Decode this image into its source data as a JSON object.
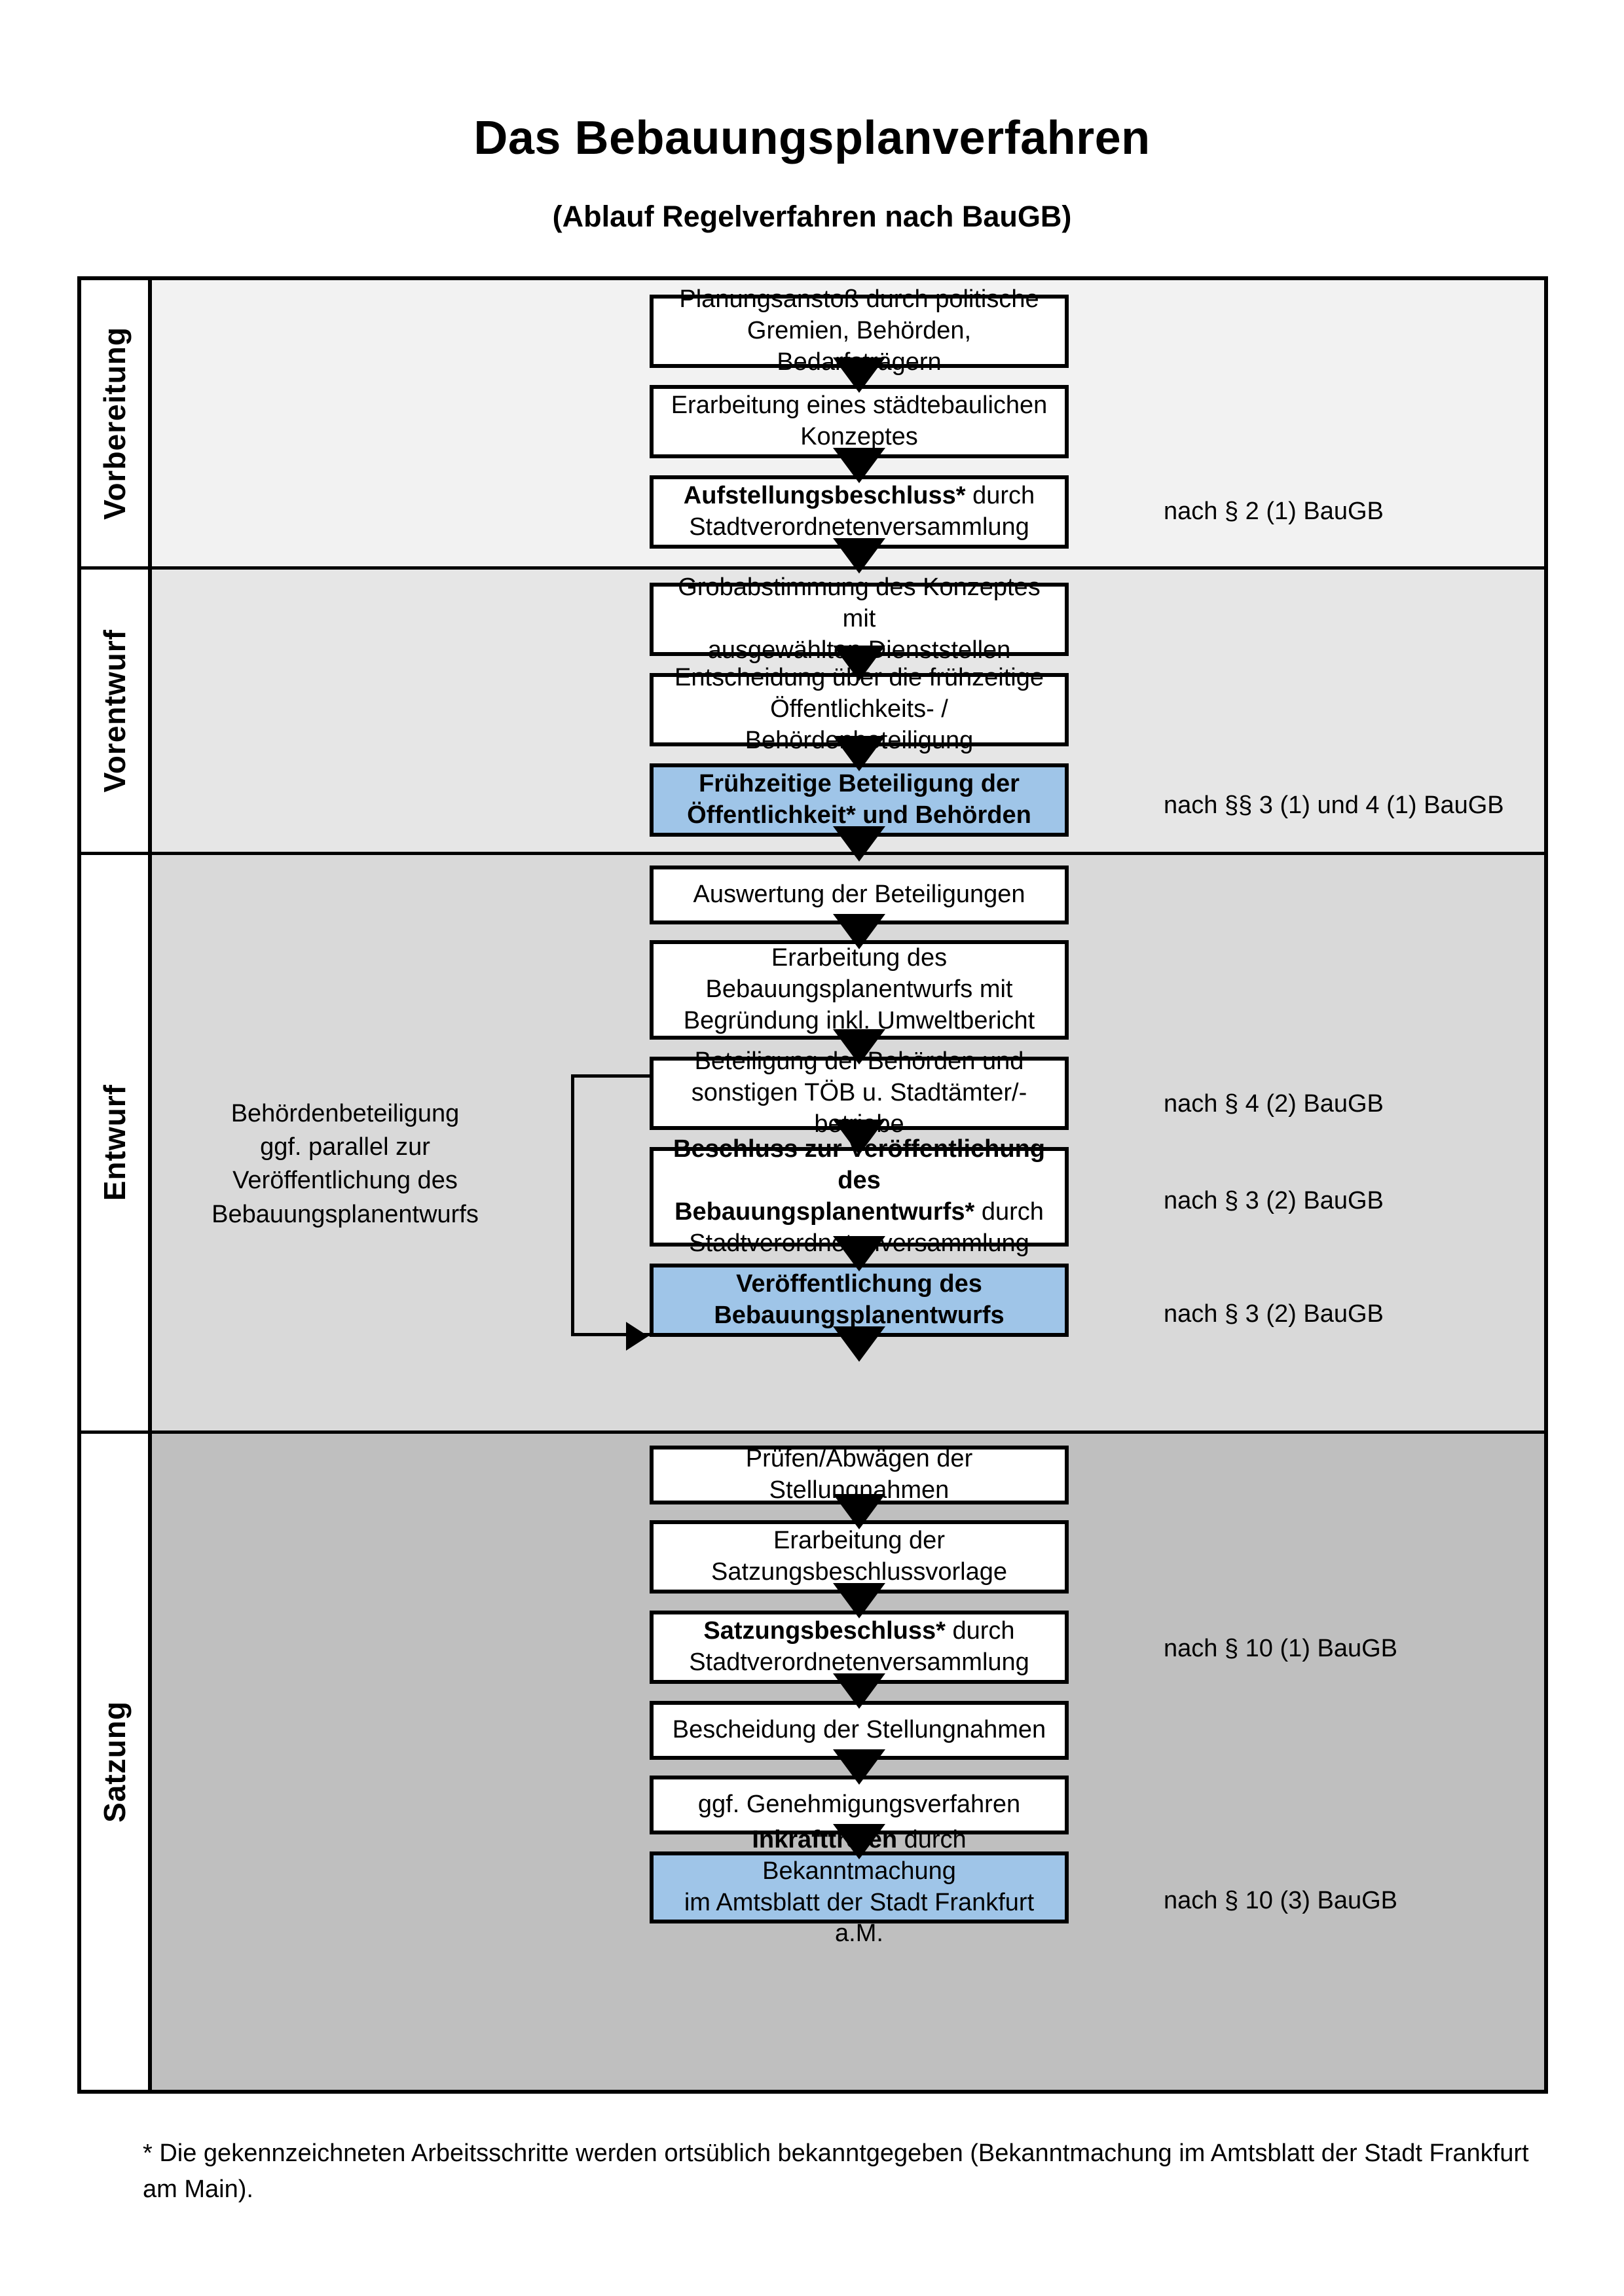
{
  "header": {
    "title": "Das Bebauungsplanverfahren",
    "subtitle": "(Ablauf Regelverfahren nach BauGB)"
  },
  "colors": {
    "highlight_blue": "#9fc5e8",
    "band_vorbereitung": "#f2f2f2",
    "band_vorentwurf": "#e6e6e6",
    "band_entwurf": "#d9d9d9",
    "band_satzung": "#bfbfbf",
    "line_black": "#000000"
  },
  "phases": [
    {
      "label": "Vorbereitung",
      "steps": [
        {
          "text": "Planungsanstoß durch politische Gremien, Behörden, Bedarfsträgern",
          "bold_prefix": "",
          "highlight": false
        },
        {
          "text": "Erarbeitung eines städtebaulichen Konzeptes",
          "bold_prefix": "",
          "highlight": false
        },
        {
          "text": "Stadtverordnetenversammlung",
          "bold_prefix": "Aufstellungsbeschluss*",
          "mid": " durch",
          "highlight": false
        }
      ],
      "legal_refs": [
        {
          "text": "nach § 2 (1) BauGB"
        }
      ]
    },
    {
      "label": "Vorentwurf",
      "steps": [
        {
          "text": "Grobabstimmung des Konzeptes mit ausgewählten Dienststellen",
          "bold_prefix": "",
          "highlight": false
        },
        {
          "text": "Entscheidung über die frühzeitige Öffentlichkeits- / Behördenbeteiligung",
          "bold_prefix": "",
          "highlight": false
        },
        {
          "text": "Frühzeitige Beteiligung der Öffentlichkeit* und Behörden",
          "bold_prefix": "",
          "highlight": true
        }
      ],
      "legal_refs": [
        {
          "text": "nach §§ 3 (1) und 4 (1) BauGB"
        }
      ]
    },
    {
      "label": "Entwurf",
      "side_note": "Behördenbeteiligung ggf. parallel zur Veröffentlichung des Bebauungsplanentwurfs",
      "steps": [
        {
          "text": "Auswertung der Beteiligungen",
          "bold_prefix": "",
          "highlight": false
        },
        {
          "text": "Erarbeitung des Bebauungsplanentwurfs mit Begründung inkl. Umweltbericht",
          "bold_prefix": "",
          "highlight": false
        },
        {
          "text": "Beteiligung der Behörden und sonstigen TÖB u. Stadtämter/-betriebe",
          "bold_prefix": "",
          "highlight": false
        },
        {
          "text": "Stadtverordnetenversammlung",
          "bold_prefix": "Beschluss zur Veröffentlichung des Bebauungsplanentwurfs*",
          "mid": " durch",
          "highlight": false
        },
        {
          "text": "Veröffentlichung des Bebauungsplanentwurfs",
          "bold_prefix": "",
          "highlight": true
        }
      ],
      "legal_refs": [
        {
          "text": "nach § 4 (2) BauGB"
        },
        {
          "text": "nach § 3 (2) BauGB"
        },
        {
          "text": "nach § 3 (2) BauGB"
        }
      ]
    },
    {
      "label": "Satzung",
      "steps": [
        {
          "text": "Prüfen/Abwägen der Stellungnahmen",
          "bold_prefix": "",
          "highlight": false
        },
        {
          "text": "Erarbeitung der Satzungsbeschlussvorlage",
          "bold_prefix": "",
          "highlight": false
        },
        {
          "text": "Stadtverordnetenversammlung",
          "bold_prefix": "Satzungsbeschluss*",
          "mid": " durch",
          "highlight": false
        },
        {
          "text": "Bescheidung der Stellungnahmen",
          "bold_prefix": "",
          "highlight": false
        },
        {
          "text": "ggf. Genehmigungsverfahren",
          "bold_prefix": "",
          "highlight": false
        },
        {
          "text": "im Amtsblatt der Stadt Frankfurt a.M.",
          "bold_prefix": "Inkrafttreten",
          "mid": " durch Bekanntmachung",
          "highlight": true
        }
      ],
      "legal_refs": [
        {
          "text": "nach § 10 (1) BauGB"
        },
        {
          "text": "nach § 10 (3) BauGB"
        }
      ]
    }
  ],
  "steps_flat": {
    "p0s0_l1": "Planungsanstoß durch politische",
    "p0s0_l2": "Gremien, Behörden, Bedarfsträgern",
    "p0s1_l1": "Erarbeitung eines städtebaulichen",
    "p0s1_l2": "Konzeptes",
    "p0s2_b": "Aufstellungsbeschluss*",
    "p0s2_r": " durch",
    "p0s2_l2": "Stadtverordnetenversammlung",
    "p1s0_l1": "Grobabstimmung des Konzeptes mit",
    "p1s0_l2": "ausgewählten Dienststellen",
    "p1s1_l1": "Entscheidung über die frühzeitige",
    "p1s1_l2": "Öffentlichkeits- / Behördenbeteiligung",
    "p1s2_l1": "Frühzeitige Beteiligung der",
    "p1s2_l2": "Öffentlichkeit* und Behörden",
    "p2s0_l1": "Auswertung der Beteiligungen",
    "p2s1_l1": "Erarbeitung des",
    "p2s1_l2": "Bebauungsplanentwurfs mit",
    "p2s1_l3": "Begründung inkl. Umweltbericht",
    "p2s2_l1": "Beteiligung der Behörden und",
    "p2s2_l2": "sonstigen TÖB u. Stadtämter/-betriebe",
    "p2s3_b1": "Beschluss zur Veröffentlichung des",
    "p2s3_b2": "Bebauungsplanentwurfs*",
    "p2s3_r": " durch",
    "p2s3_l3": "Stadtverordnetenversammlung",
    "p2s4_l1": "Veröffentlichung des",
    "p2s4_l2": "Bebauungsplanentwurfs",
    "p3s0_l1": "Prüfen/Abwägen der Stellungnahmen",
    "p3s1_l1": "Erarbeitung der",
    "p3s1_l2": "Satzungsbeschlussvorlage",
    "p3s2_b": "Satzungsbeschluss*",
    "p3s2_r": " durch",
    "p3s2_l2": "Stadtverordnetenversammlung",
    "p3s3_l1": "Bescheidung der Stellungnahmen",
    "p3s4_l1": "ggf. Genehmigungsverfahren",
    "p3s5_b": "Inkrafttreten",
    "p3s5_r": " durch Bekanntmachung",
    "p3s5_l2": "im Amtsblatt der Stadt Frankfurt a.M."
  },
  "side_note_lines": {
    "l1": "Behördenbeteiligung",
    "l2": "ggf. parallel zur",
    "l3": "Veröffentlichung des",
    "l4": "Bebauungsplanentwurfs"
  },
  "footnote": {
    "text": "* Die gekennzeichneten Arbeitsschritte werden ortsüblich bekanntgegeben (Bekanntmachung im Amtsblatt  der Stadt Frankfurt am Main)."
  }
}
